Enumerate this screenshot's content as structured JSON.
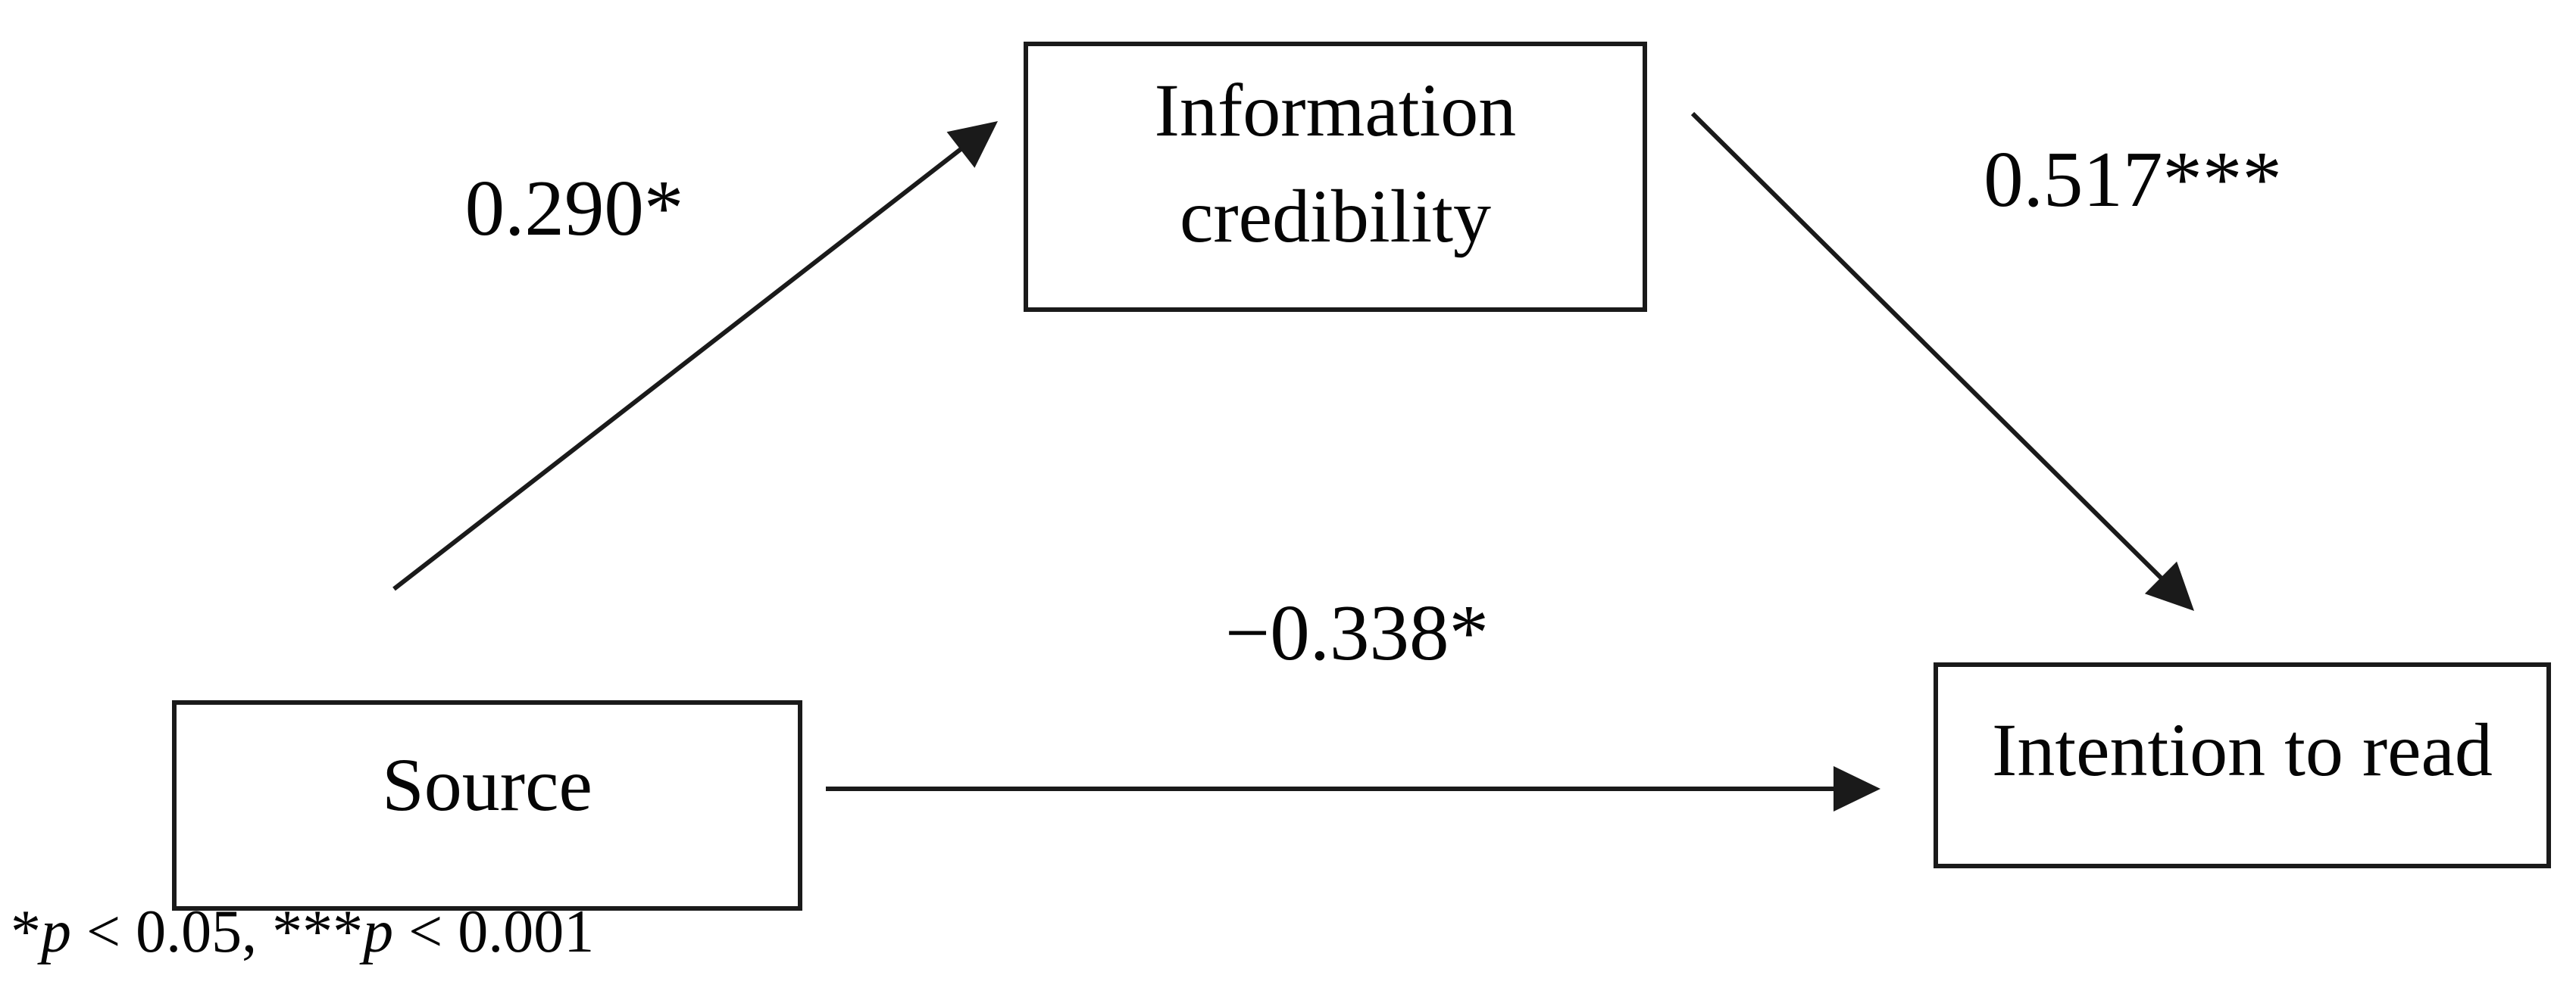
{
  "figure": {
    "type": "mediation-path-diagram",
    "background_color": "#ffffff",
    "line_color": "#1a1a1a"
  },
  "nodes": {
    "mediator": {
      "label": "Information credibility"
    },
    "predictor": {
      "label": "Source"
    },
    "outcome": {
      "label": "Intention to read"
    }
  },
  "paths": {
    "a": {
      "from": "Source",
      "to": "Information credibility",
      "label": "0.290*"
    },
    "b": {
      "from": "Information credibility",
      "to": "Intention to read",
      "label": "0.517***"
    },
    "c": {
      "from": "Source",
      "to": "Intention to read",
      "label": "−0.338*"
    }
  },
  "footnote": {
    "star1": "*",
    "p1": "p",
    "rest1": " < 0.05, ",
    "star2": "***",
    "p2": "p",
    "rest2": " < 0.001"
  }
}
